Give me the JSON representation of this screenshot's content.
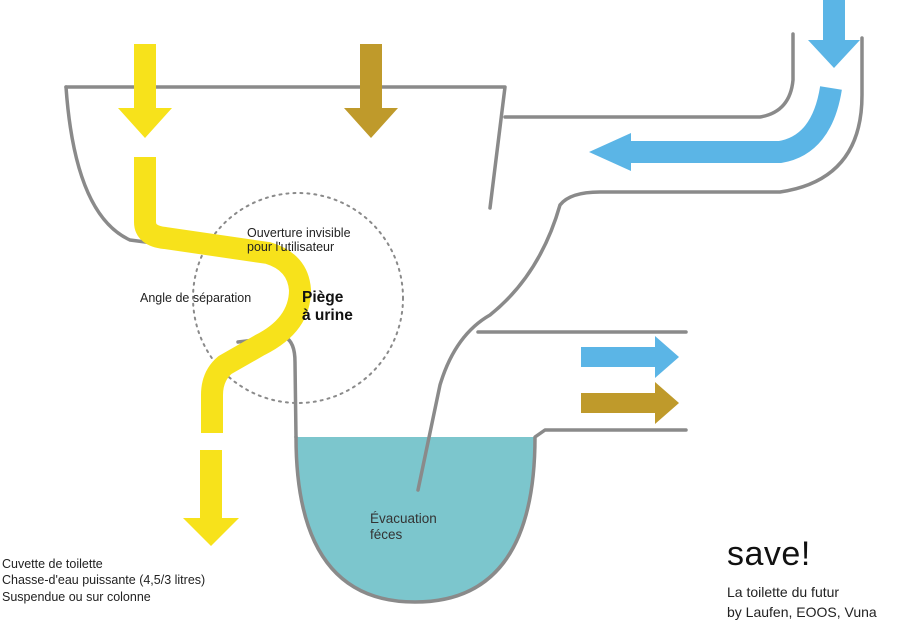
{
  "labels": {
    "invisible_opening": [
      "Ouverture invisible",
      "pour l'utilisateur"
    ],
    "separation_angle": "Angle de séparation",
    "urine_trap": [
      "Piège",
      "à urine"
    ],
    "feces_evacuation": [
      "Évacuation",
      "féces"
    ]
  },
  "footer_left": [
    "Cuvette de toilette",
    "Chasse-d'eau puissante (4,5/3 litres)",
    "Suspendue ou sur colonne"
  ],
  "brand": {
    "title": "save!",
    "tagline": [
      "La toilette du futur",
      "by Laufen, EOOS, Vuna"
    ]
  },
  "colors": {
    "urine_yellow": "#f7e21b",
    "feces_brown": "#bf9a2b",
    "water_blue": "#5bb5e6",
    "bowl_water": "#7cc6cd",
    "outline_gray": "#8a8a8a",
    "circle_dots": "#8a8a8a"
  },
  "icons": [
    "urine-flow-arrow-down",
    "feces-flow-arrow-down",
    "flush-water-arrow",
    "outflow-water-arrow-right",
    "outflow-feces-arrow-right",
    "urine-outflow-arrow-down"
  ]
}
